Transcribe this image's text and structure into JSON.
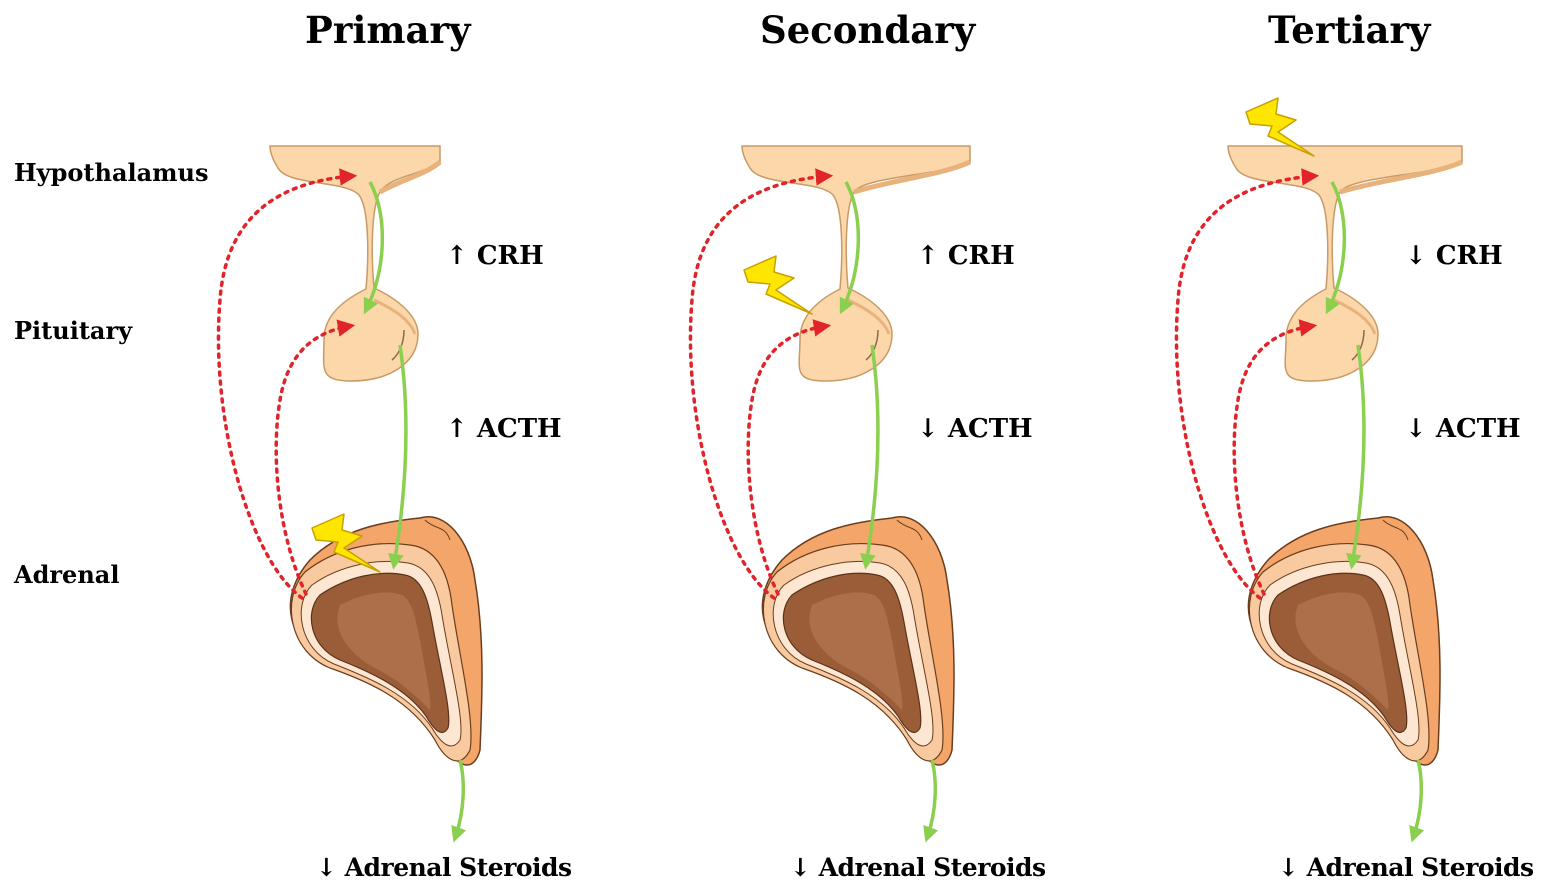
{
  "columns": [
    {
      "title": "Primary",
      "crh": "↑ CRH",
      "acth": "↑ ACTH",
      "output": "↓ Adrenal Steroids",
      "lesion": "adrenal"
    },
    {
      "title": "Secondary",
      "crh": "↑ CRH",
      "acth": "↓ ACTH",
      "output": "↓ Adrenal Steroids",
      "lesion": "pituitary"
    },
    {
      "title": "Tertiary",
      "crh": "↓ CRH",
      "acth": "↓ ACTH",
      "output": "↓ Adrenal Steroids",
      "lesion": "hypothalamus"
    }
  ],
  "row_labels": {
    "hypothalamus": "Hypothalamus",
    "pituitary": "Pituitary",
    "adrenal": "Adrenal"
  },
  "colors": {
    "hypothalamus_fill": "#fbd7aa",
    "adrenal_outer": "#f4a66a",
    "adrenal_cortex": "#f9c9a0",
    "adrenal_medulla": "#9a5d38",
    "feedback_arrow": "#e0242a",
    "stimulation_arrow": "#8bcf4e",
    "lesion_bolt": "#ffe600"
  },
  "icons": {
    "lesion": "lightning-bolt-icon"
  }
}
